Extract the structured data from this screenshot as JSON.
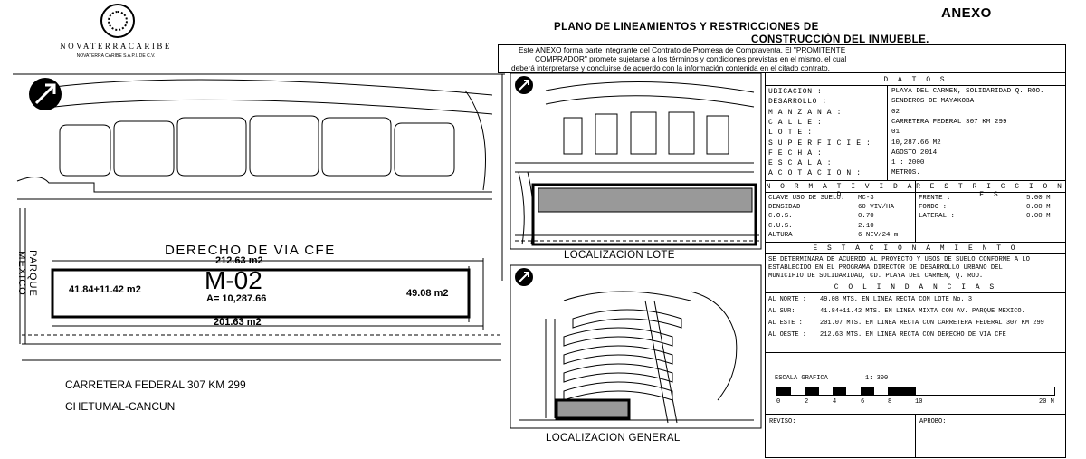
{
  "logo": {
    "brand": "NOVATERRACARIBE",
    "company": "NOVATERRA CARIBE S.A.P.I. DE C.V."
  },
  "header": {
    "title": "ANEXO",
    "subtitle_line1": "PLANO DE LINEAMIENTOS Y RESTRICCIONES DE",
    "subtitle_line2": "CONSTRUCCIÓN DEL INMUEBLE.",
    "notice_line1": "Este ANEXO forma parte integrante del Contrato de Promesa de Compraventa. El \"PROMITENTE",
    "notice_line2": "COMPRADOR\" promete sujetarse a los términos y condiciones previstas en el mismo, el cual",
    "notice_line3": "deberá interpretarse y concluirse de acuerdo con la información contenida en el citado contrato."
  },
  "main_plan": {
    "road_top": "DERECHO DE VIA CFE",
    "side_label": "PARQUE MEXICO",
    "lot_id": "M-02",
    "lot_area": "A= 10,287.66",
    "dim_top": "212.63 m2",
    "dim_bottom": "201.63 m2",
    "dim_left": "41.84+11.42 m2",
    "dim_right": "49.08 m2",
    "highway_line1": "CARRETERA FEDERAL 307 KM 299",
    "highway_line2": "CHETUMAL-CANCUN"
  },
  "inset_lote": {
    "caption": "LOCALIZACION LOTE"
  },
  "inset_general": {
    "caption": "LOCALIZACION GENERAL"
  },
  "datos": {
    "heading": "D A T O S",
    "rows": [
      {
        "label": "UBICACION :",
        "value": "PLAYA DEL CARMEN, SOLIDARIDAD Q. ROO."
      },
      {
        "label": "DESARROLLO :",
        "value": "SENDEROS DE MAYAKOBA"
      },
      {
        "label": "M A N Z A N A :",
        "value": "02"
      },
      {
        "label": "C A L L E :",
        "value": "CARRETERA FEDERAL 307 KM 299"
      },
      {
        "label": "L O T E :",
        "value": "01"
      },
      {
        "label": "S U P E R F I C I E :",
        "value": "10,287.66 M2"
      },
      {
        "label": "F E C H A :",
        "value": "AGOSTO 2014"
      },
      {
        "label": "E S C A L A :",
        "value": "1 : 2000"
      },
      {
        "label": "A C O T A C I O N :",
        "value": "METROS."
      }
    ]
  },
  "normatividad": {
    "heading": "N O R M A T I V I D A D",
    "rows": [
      {
        "label": "CLAVE USO DE SUELO:",
        "value": "MC-3"
      },
      {
        "label": "DENSIDAD",
        "value": "60 VIV/HA"
      },
      {
        "label": "C.O.S.",
        "value": "0.70"
      },
      {
        "label": "C.U.S.",
        "value": "2.10"
      },
      {
        "label": "ALTURA",
        "value": "6 NIV/24 m"
      }
    ]
  },
  "restricciones": {
    "heading": "R E S T R I C C I O N E S",
    "rows": [
      {
        "label": "FRENTE :",
        "value": "5.00 M"
      },
      {
        "label": "FONDO :",
        "value": "0.00 M"
      },
      {
        "label": "LATERAL :",
        "value": "0.00 M"
      }
    ]
  },
  "estacionamiento": {
    "heading": "E S T A C I O N A M I E N T O",
    "line1": "SE DETERMINARA DE ACUERDO AL PROYECTO Y USOS DE SUELO CONFORME A LO",
    "line2": "ESTABLECIDO EN EL PROGRAMA DIRECTOR DE DESARROLLO URBANO DEL",
    "line3": "MUNICIPIO DE SOLIDARIDAD, CD. PLAYA DEL CARMEN, Q. ROO."
  },
  "colindancias": {
    "heading": "C O L I N D A N C I A S",
    "rows": [
      {
        "label": "AL NORTE :",
        "value": "49.08 MTS. EN LINEA RECTA CON LOTE No. 3"
      },
      {
        "label": "AL SUR:",
        "value": "41.84+11.42 MTS. EN LINEA MIXTA CON AV. PARQUE MEXICO."
      },
      {
        "label": "AL ESTE :",
        "value": "201.07 MTS. EN LINEA RECTA CON CARRETERA FEDERAL 307 KM 299"
      },
      {
        "label": "AL OESTE :",
        "value": "212.63 MTS. EN LINEA RECTA CON DERECHO DE VIA CFE"
      }
    ]
  },
  "escala": {
    "label": "ESCALA GRAFICA",
    "ratio": "1: 300",
    "ticks": [
      "0",
      "2",
      "4",
      "6",
      "8",
      "10",
      "20 M"
    ]
  },
  "firmas": {
    "reviso": "REVISO:",
    "aprobo": "APROBO:"
  }
}
